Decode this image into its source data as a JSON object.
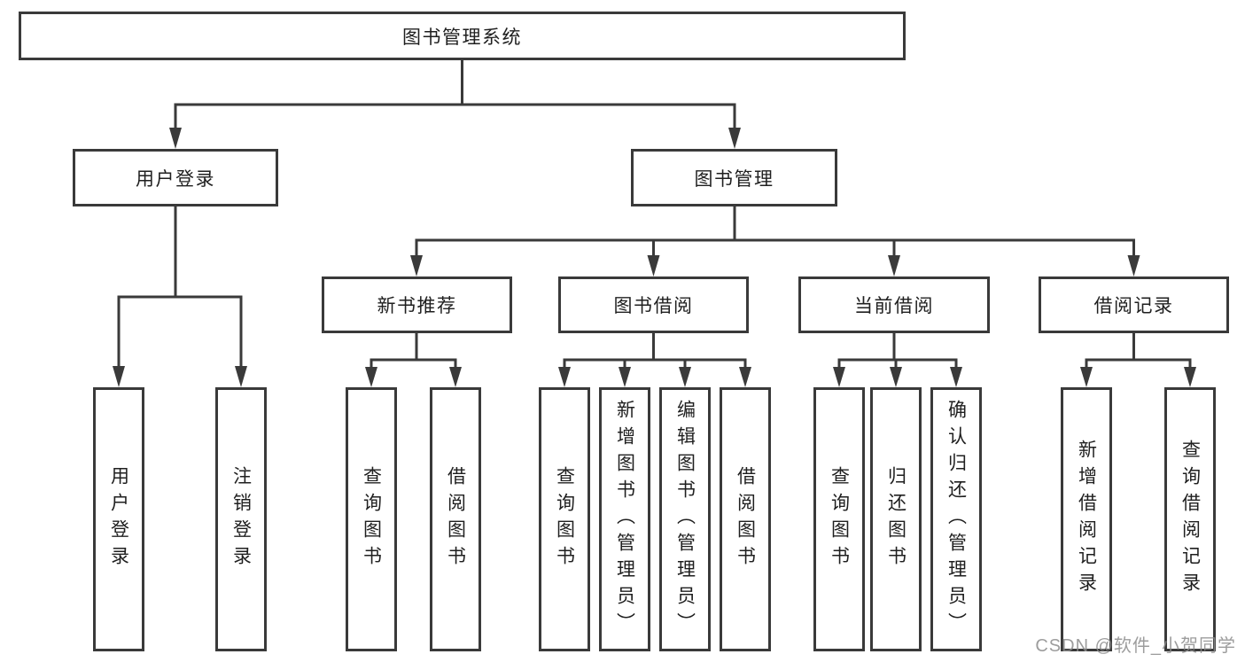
{
  "diagram": {
    "root": {
      "label": "图书管理系统"
    },
    "branches": [
      {
        "label": "用户登录",
        "leaves": [
          "用户登录",
          "注销登录"
        ]
      },
      {
        "label": "图书管理",
        "sections": [
          {
            "label": "新书推荐",
            "leaves": [
              "查询图书",
              "借阅图书"
            ]
          },
          {
            "label": "图书借阅",
            "leaves": [
              "查询图书",
              "新增图书（管理员）",
              "编辑图书（管理员）",
              "借阅图书"
            ]
          },
          {
            "label": "当前借阅",
            "leaves": [
              "查询图书",
              "归还图书",
              "确认归还（管理员）"
            ]
          },
          {
            "label": "借阅记录",
            "leaves": [
              "新增借阅记录",
              "查询借阅记录"
            ]
          }
        ]
      }
    ]
  },
  "colors": {
    "line": "#3a3a3a",
    "text": "#1f1f1f",
    "watermark": "#8c8c8c"
  },
  "watermark": {
    "text": "CSDN @软件_小贺同学"
  }
}
